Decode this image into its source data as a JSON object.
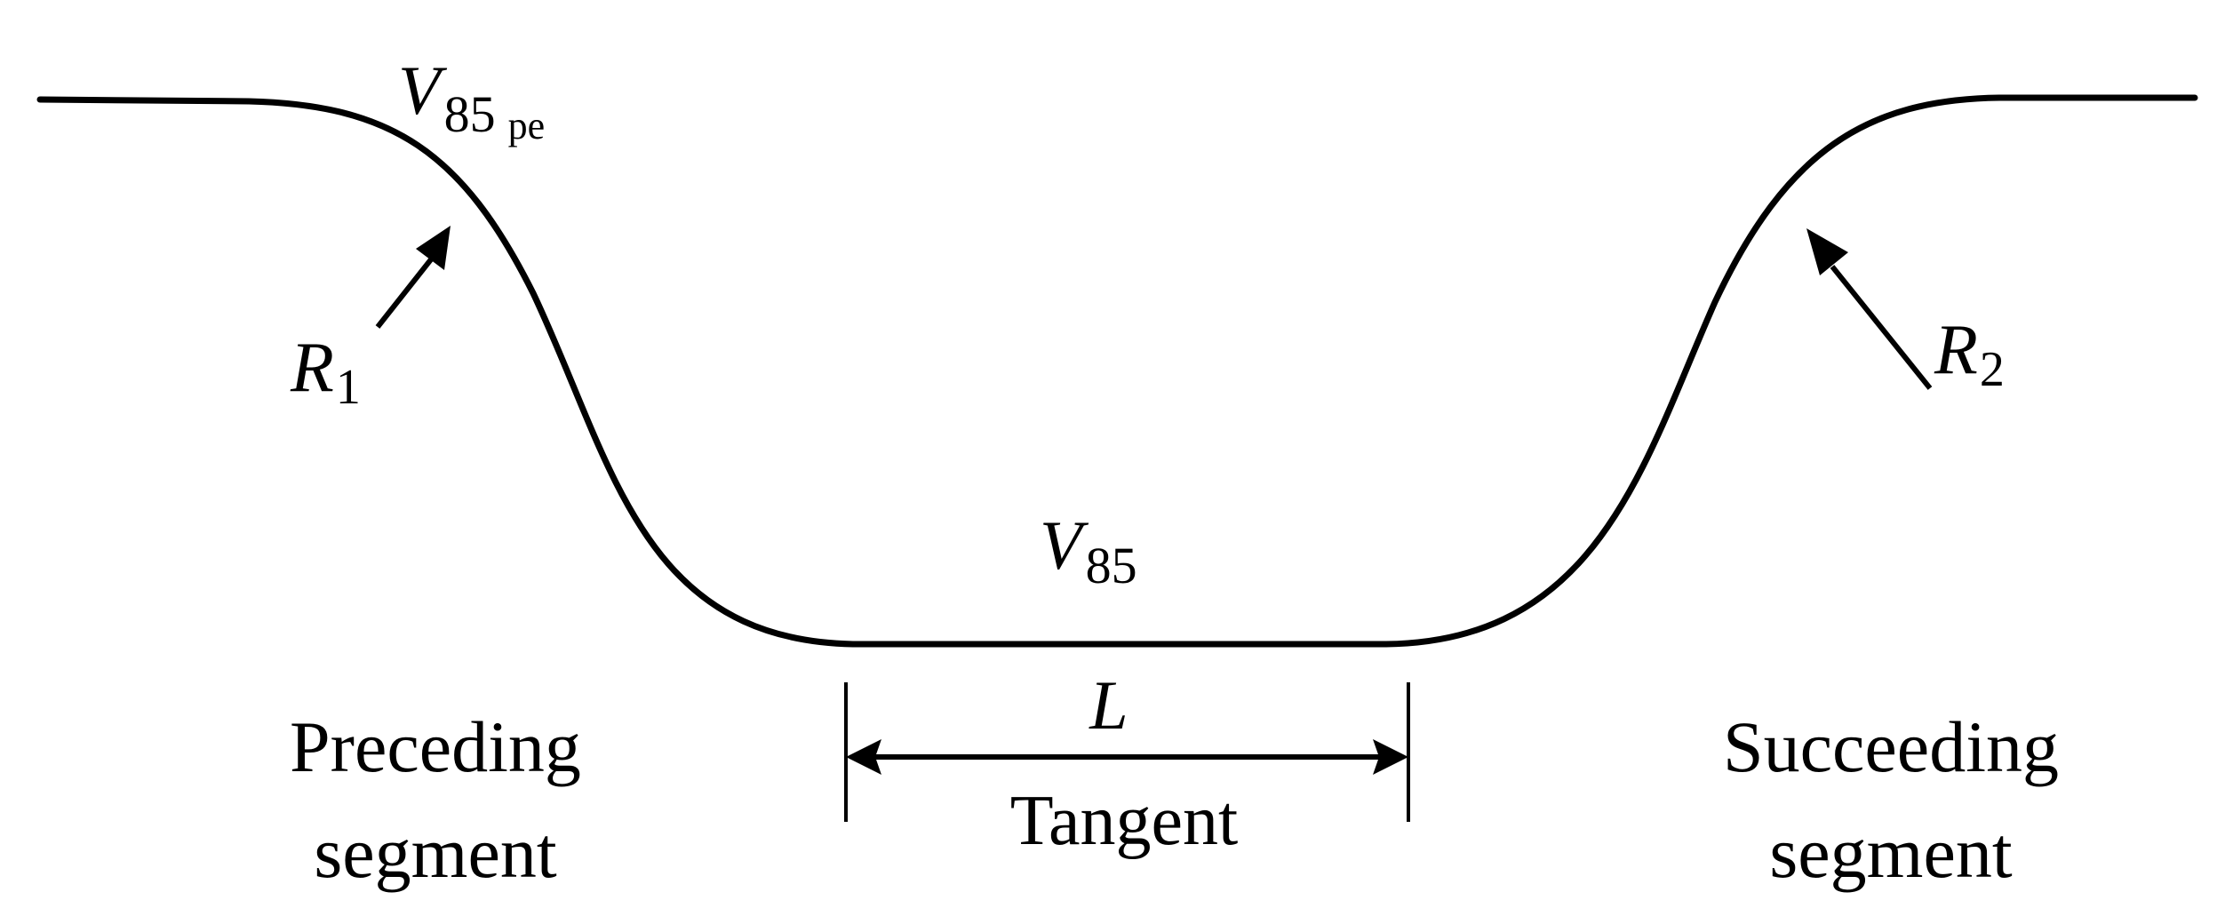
{
  "labels": {
    "v85_pe": {
      "main": "V",
      "sub": "85",
      "sub2": "pe"
    },
    "v85": {
      "main": "V",
      "sub": "85"
    },
    "r1": {
      "main": "R",
      "sub": "1"
    },
    "r2": {
      "main": "R",
      "sub": "2"
    },
    "length": "L",
    "tangent": "Tangent",
    "preceding": {
      "line1": "Preceding",
      "line2": "segment"
    },
    "succeeding": {
      "line1": "Succeeding",
      "line2": "segment"
    }
  },
  "colors": {
    "stroke": "#000000",
    "background": "#ffffff"
  }
}
